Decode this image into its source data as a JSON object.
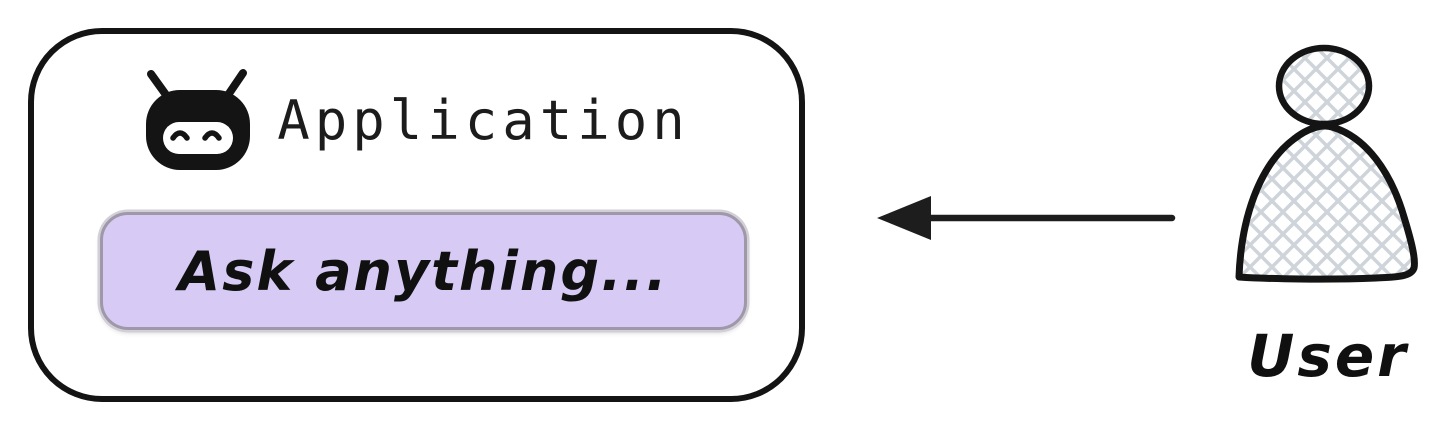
{
  "diagram": {
    "application": {
      "title": "Application",
      "icon": "robot-icon",
      "input": {
        "placeholder": "Ask anything..."
      }
    },
    "arrow": {
      "from": "User",
      "to": "Application",
      "direction": "left"
    },
    "user": {
      "label": "User",
      "icon": "person-icon"
    },
    "colors": {
      "outline": "#141414",
      "input_fill": "#d7cbf5",
      "input_border": "#9e98a9",
      "hatch_fill": "#ced4da",
      "text": "#1c1c1c",
      "background": "#ffffff"
    }
  }
}
